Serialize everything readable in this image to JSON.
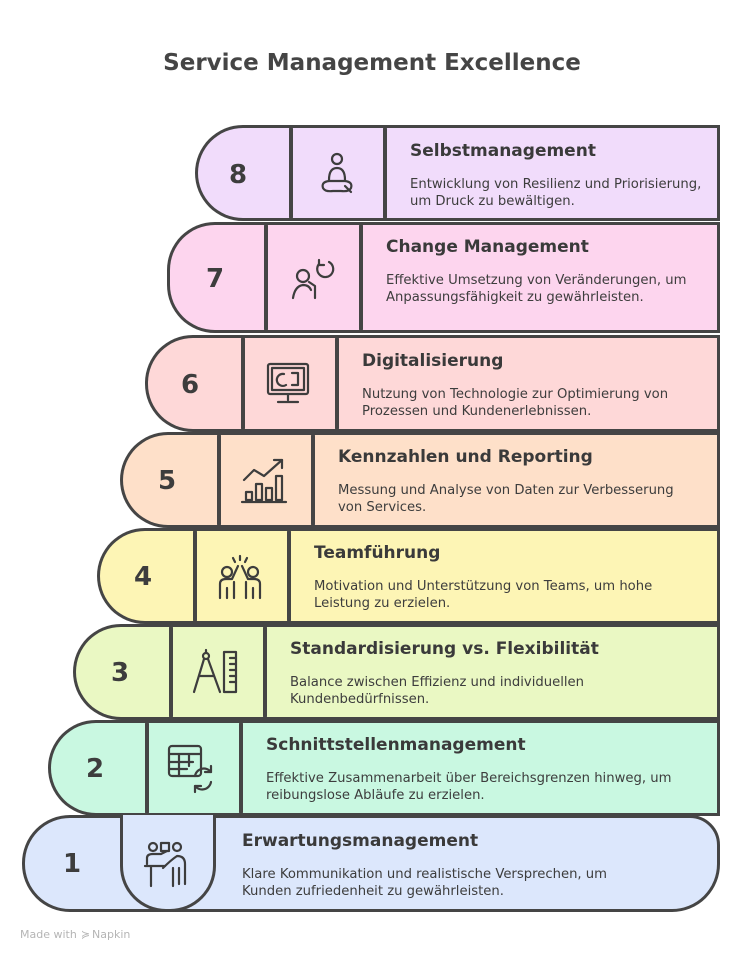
{
  "title": "Service Management Excellence",
  "footer": {
    "made_with": "Made with",
    "brand": "Napkin",
    "logo_icon": "napkin-logo-icon"
  },
  "colors": {
    "outline": "#454545",
    "text": "#3d3d3d"
  },
  "steps": [
    {
      "number": "8",
      "heading": "Selbstmanagement",
      "description": "Entwicklung von Resilienz und Priorisierung, um Druck zu bewältigen.",
      "icon": "meditation-person-icon",
      "color": "#f1dcfb"
    },
    {
      "number": "7",
      "heading": "Change Management",
      "description": "Effektive Umsetzung von Veränderungen, um Anpassungsfähigkeit zu gewährleisten.",
      "icon": "person-refresh-icon",
      "color": "#fdd5ee"
    },
    {
      "number": "6",
      "heading": "Digitalisierung",
      "description": "Nutzung von Technologie zur Optimierung von Prozessen und Kundenerlebnissen.",
      "icon": "monitor-sync-icon",
      "color": "#fed8d8"
    },
    {
      "number": "5",
      "heading": "Kennzahlen und Reporting",
      "description": "Messung und Analyse von Daten zur Verbesserung von Services.",
      "icon": "bar-chart-trend-icon",
      "color": "#fee0c9"
    },
    {
      "number": "4",
      "heading": "Teamführung",
      "description": "Motivation und Unterstützung von Teams, um hohe Leistung zu erzielen.",
      "icon": "high-five-icon",
      "color": "#fdf5b5"
    },
    {
      "number": "3",
      "heading": "Standardisierung vs. Flexibilität",
      "description": "Balance zwischen Effizienz und individuellen Kundenbedürfnissen.",
      "icon": "compass-ruler-icon",
      "color": "#eaf8c3"
    },
    {
      "number": "2",
      "heading": "Schnittstellenmanagement",
      "description": "Effektive Zusammenarbeit über Bereichsgrenzen hinweg, um reibungslose Abläufe zu erzielen.",
      "icon": "table-sync-icon",
      "color": "#c9f8e1"
    },
    {
      "number": "1",
      "heading": "Erwartungsmanagement",
      "description": "Klare Kommunikation und realistische Versprechen, um Kunden zufriedenheit zu gewährleisten.",
      "icon": "presenter-icon",
      "color": "#dce7fc"
    }
  ]
}
